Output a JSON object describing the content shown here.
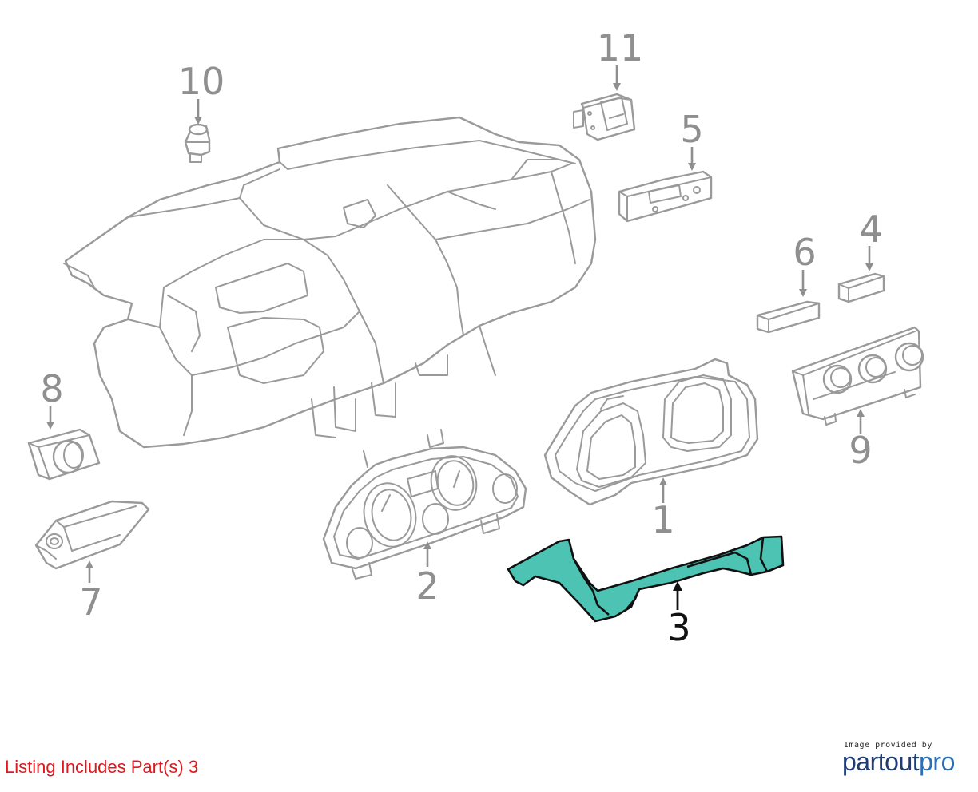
{
  "diagram": {
    "callouts": [
      {
        "id": "1",
        "label": "1"
      },
      {
        "id": "2",
        "label": "2"
      },
      {
        "id": "3",
        "label": "3"
      },
      {
        "id": "4",
        "label": "4"
      },
      {
        "id": "5",
        "label": "5"
      },
      {
        "id": "6",
        "label": "6"
      },
      {
        "id": "7",
        "label": "7"
      },
      {
        "id": "8",
        "label": "8"
      },
      {
        "id": "9",
        "label": "9"
      },
      {
        "id": "10",
        "label": "10"
      },
      {
        "id": "11",
        "label": "11"
      }
    ],
    "highlighted_part": "3",
    "colors": {
      "highlight_fill": "#4dc3b3",
      "part_stroke": "#9a9a9a",
      "highlight_stroke": "#111111"
    }
  },
  "footer": {
    "listing_text": "Listing Includes Part(s) 3",
    "listing_color": "#e0181c",
    "credit_small": "Image provided by",
    "brand_part1": "partout",
    "brand_part2": "pro"
  }
}
